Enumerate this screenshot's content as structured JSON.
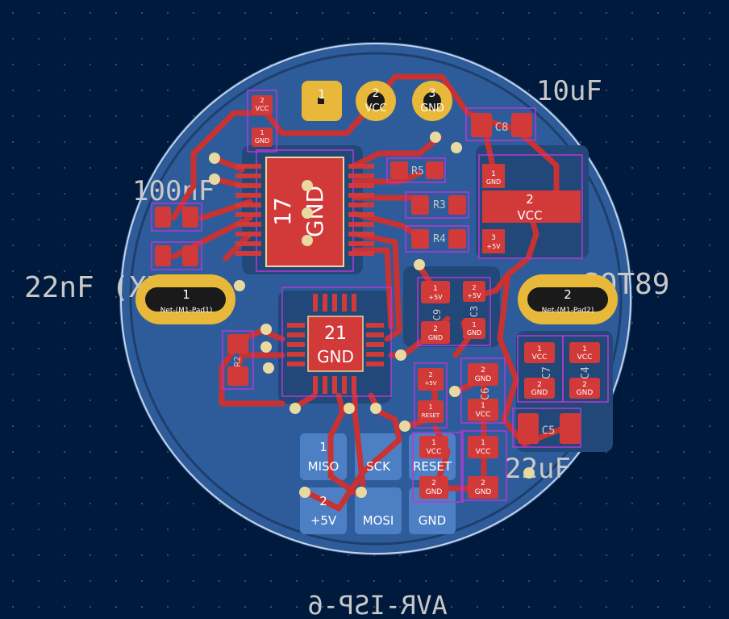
{
  "colors": {
    "background": "#001a3d",
    "board": "#2e5c9a",
    "board_outline": "#c9d3e3",
    "copper_front": "#c83232",
    "pad_smd": "#d23a3a",
    "pad_gold": "#e8b83a",
    "back_pad": "#4d7fc4",
    "silkscreen": "#c8c8c8",
    "courtyard": "#b23ad2",
    "via": "#e8d9a0"
  },
  "silkscreen": {
    "value_10uf": "10uF",
    "value_100nf": "100nF",
    "value_22nf": "22nF (XR5",
    "value_sot89": "SOT89",
    "value_22uf": "22uF",
    "label_avr_isp": "AVR-ISP-6",
    "ref_c8": "C8",
    "ref_r5": "R5",
    "ref_r3": "R3",
    "ref_r4": "R4",
    "ref_c9": "C9",
    "ref_c3": "C3",
    "ref_c6": "C6",
    "ref_c7": "C7",
    "ref_c4": "C4",
    "ref_c5": "C5",
    "ref_r2": "R2"
  },
  "connector_top": [
    {
      "number": "1",
      "net": ""
    },
    {
      "number": "2",
      "net": "VCC"
    },
    {
      "number": "3",
      "net": "GND"
    }
  ],
  "mount_pads": [
    {
      "number": "1",
      "net": "Net-(M1-Pad1)"
    },
    {
      "number": "2",
      "net": "Net-(M1-Pad2)"
    }
  ],
  "isp_pads": [
    {
      "number": "1",
      "net": "MISO"
    },
    {
      "number": "",
      "net": "SCK"
    },
    {
      "number": "",
      "net": "RESET"
    },
    {
      "number": "2",
      "net": "+5V"
    },
    {
      "number": "",
      "net": "MOSI"
    },
    {
      "number": "",
      "net": "GND"
    }
  ],
  "ic_main": {
    "pad": "17",
    "net": "GND"
  },
  "ic_qfn": {
    "pad": "21",
    "net": "GND"
  },
  "regulator": {
    "pads": [
      {
        "number": "1",
        "net": "GND"
      },
      {
        "number": "2",
        "net": "VCC"
      },
      {
        "number": "3",
        "net": "+5V"
      }
    ]
  },
  "small_pads": [
    {
      "number": "2",
      "net": "VCC"
    },
    {
      "number": "1",
      "net": "GND"
    },
    {
      "number": "2",
      "net": "GND"
    },
    {
      "number": "1",
      "net": "VCC"
    },
    {
      "number": "1",
      "net": "+5V"
    },
    {
      "number": "2",
      "net": "+5V"
    },
    {
      "number": "1",
      "net": "RESET"
    }
  ]
}
